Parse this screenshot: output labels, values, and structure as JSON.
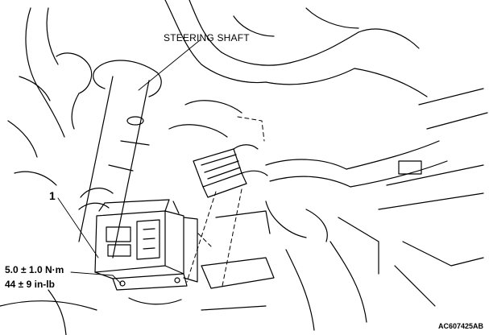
{
  "labels": {
    "steering_shaft": "STEERING SHAFT",
    "component_number": "1",
    "torque_nm": "5.0 ± 1.0 N·m",
    "torque_inlb": "44 ± 9 in-lb",
    "figure_code": "AC607425AB"
  }
}
